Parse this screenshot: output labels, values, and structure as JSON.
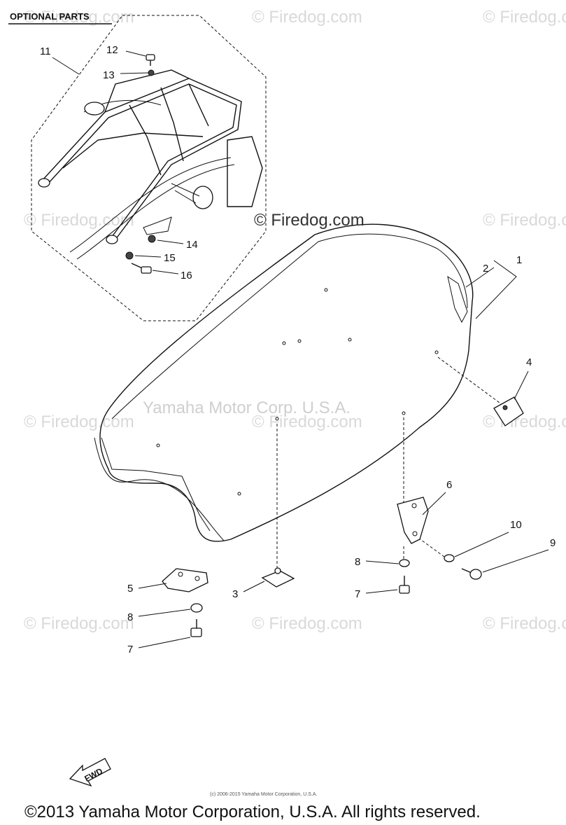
{
  "title": "OPTIONAL PARTS",
  "watermarks": {
    "firedog": "© Firedog.com",
    "center_firedog": "© Firedog.com",
    "corp": "Yamaha Motor Corp. U.S.A."
  },
  "callouts": {
    "c1": "1",
    "c2": "2",
    "c3": "3",
    "c4": "4",
    "c5": "5",
    "c6": "6",
    "c7a": "7",
    "c7b": "7",
    "c8a": "8",
    "c8b": "8",
    "c9": "9",
    "c10": "10",
    "c11": "11",
    "c12": "12",
    "c13": "13",
    "c14": "14",
    "c15": "15",
    "c16": "16"
  },
  "fwd_label": "FWD",
  "small_copyright": "(c) 2006-2015 Yamaha Motor Corporation, U.S.A.",
  "footer": "©2013 Yamaha Motor Corporation, U.S.A. All rights reserved."
}
